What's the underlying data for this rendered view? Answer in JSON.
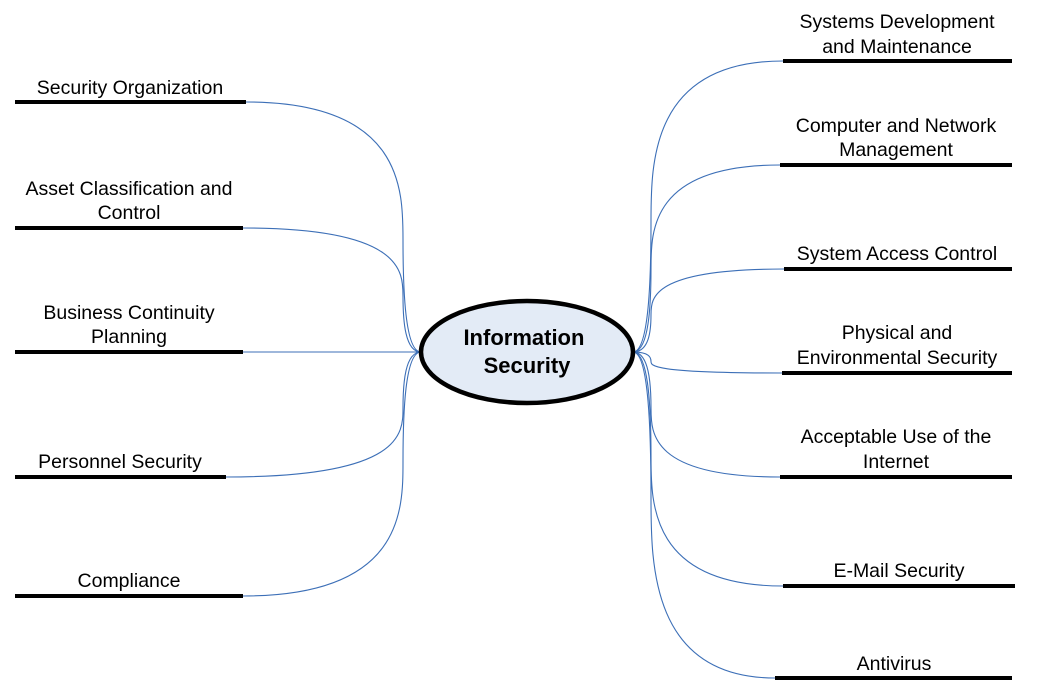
{
  "center": {
    "lines": [
      "Information",
      "Security"
    ],
    "fill": "#e3ebf6",
    "stroke": "#000000"
  },
  "connector_color": "#3c6fb7",
  "left_branches": [
    {
      "id": "security-organization",
      "lines": [
        "Security Organization"
      ]
    },
    {
      "id": "asset-classification",
      "lines": [
        "Asset Classification and",
        "Control"
      ]
    },
    {
      "id": "business-continuity",
      "lines": [
        "Business Continuity",
        "Planning"
      ]
    },
    {
      "id": "personnel-security",
      "lines": [
        "Personnel Security"
      ]
    },
    {
      "id": "compliance",
      "lines": [
        "Compliance"
      ]
    }
  ],
  "right_branches": [
    {
      "id": "systems-development",
      "lines": [
        "Systems Development",
        "and Maintenance"
      ]
    },
    {
      "id": "computer-network-management",
      "lines": [
        "Computer and Network",
        "Management"
      ]
    },
    {
      "id": "system-access-control",
      "lines": [
        "System Access Control"
      ]
    },
    {
      "id": "physical-environmental",
      "lines": [
        "Physical and",
        "Environmental Security"
      ]
    },
    {
      "id": "acceptable-use",
      "lines": [
        "Acceptable Use of the",
        "Internet"
      ]
    },
    {
      "id": "email-security",
      "lines": [
        "E-Mail Security"
      ]
    },
    {
      "id": "antivirus",
      "lines": [
        "Antivirus"
      ]
    }
  ]
}
